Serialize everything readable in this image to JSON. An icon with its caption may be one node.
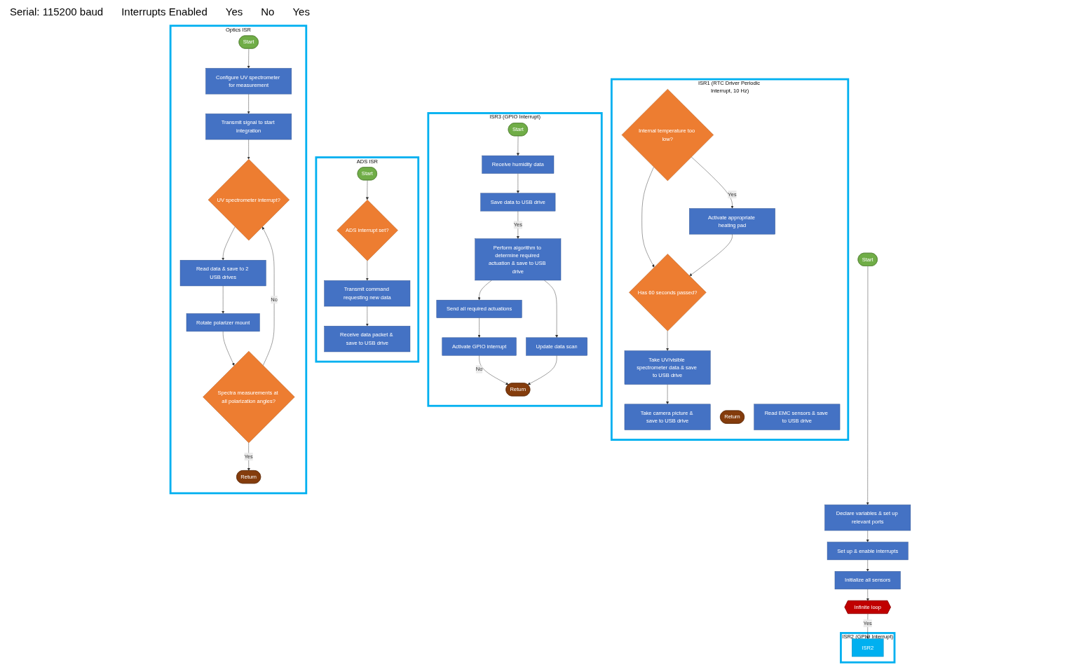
{
  "diagram": {
    "nodes": [
      {
        "text": [
          "ISR1 (RTC Driver Periodic Interrupt, 10 Hz)"
        ]
      },
      {
        "text": [
          "ISR2 (GPIO Interrupt)"
        ]
      },
      {
        "text": [
          "ISR3 (GPIO Interrupt)"
        ]
      },
      {
        "text": [
          "ADS ISR"
        ]
      },
      {
        "text": [
          "Optics ISR"
        ]
      },
      {
        "text": [
          "Start"
        ]
      },
      {
        "text": [
          "Declare variables & set up relevant ports"
        ]
      },
      {
        "text": [
          "Set up & enable interrupts"
        ]
      },
      {
        "text": [
          "Initialize all sensors"
        ]
      },
      {
        "text": [
          "Infinite loop"
        ]
      },
      {
        "text": [
          "Take camera picture & save to USB drive"
        ],
        "in": 0
      },
      {
        "text": [
          "Take UV/visible spectrometer data & save to USB drive"
        ],
        "in": 0
      },
      {
        "text": [
          "Return"
        ],
        "in": 0
      },
      {
        "text": [
          "Has 60 seconds passed?"
        ],
        "in": 0
      },
      {
        "text": [
          "Internal temperature too low?"
        ],
        "in": 0
      },
      {
        "text": [
          "Activate appropriate heating pad"
        ],
        "in": 0
      },
      {
        "text": [
          "Read EMC sensors & save to USB drive"
        ],
        "in": 0
      },
      {
        "text": [
          "ISR2"
        ],
        "in": 1
      },
      {
        "text": [
          "Start"
        ],
        "in": 3
      },
      {
        "text": [
          "ADS interrupt set?"
        ],
        "in": 3
      },
      {
        "text": [
          "Transmit command requesting new data"
        ],
        "in": 3
      },
      {
        "text": [
          "Receive data packet & save to USB drive"
        ],
        "in": 3
      },
      {
        "text": [
          "Start"
        ],
        "in": 4
      },
      {
        "text": [
          "Configure UV spectrometer for measurement"
        ],
        "in": 4
      },
      {
        "text": [
          "Transmit signal to start integration"
        ],
        "in": 4
      },
      {
        "text": [
          "Read data & save to 2 USB drives"
        ],
        "in": 4
      },
      {
        "text": [
          "UV spectrometer interrupt?"
        ],
        "in": 4
      },
      {
        "text": [
          "Rotate polarizer mount"
        ],
        "in": 4
      },
      {
        "text": [
          "Spectra measurements at all polarization angles?"
        ],
        "in": 4
      },
      {
        "text": [
          "Return"
        ],
        "in": 4
      },
      {
        "text": [
          "Start"
        ],
        "in": 2
      },
      {
        "text": [
          "Receive humidity data"
        ],
        "in": 2
      },
      {
        "text": [
          "Save data to USB drive"
        ],
        "in": 2
      },
      {
        "text": [
          "Perform algorithm to determine required actuation & save to USB drive"
        ],
        "in": 2
      },
      {
        "text": [
          "Send all required actuations"
        ],
        "in": 2
      },
      {
        "text": [
          "Activate GPIO interrupt"
        ],
        "in": 2
      },
      {
        "text": [
          "Update data scan"
        ],
        "in": 2
      },
      {
        "text": [
          "Return"
        ],
        "in": 2
      }
    ],
    "edges": [
      {
        "from": 5,
        "to": 6,
        "arrow": "to"
      },
      {
        "from": 6,
        "to": 7,
        "arrow": "to"
      },
      {
        "from": 7,
        "to": 8,
        "arrow": "to"
      },
      {
        "from": 8,
        "to": 9,
        "arrow": "to"
      },
      {
        "from": 9,
        "to": 17,
        "arrow": "to",
        "label": "Yes"
      },
      {
        "from": 13,
        "to": 11,
        "arrow": "to"
      },
      {
        "from": 11,
        "to": 10,
        "arrow": "to"
      },
      {
        "from": 14,
        "to": 13,
        "arrow": "to"
      },
      {
        "from": 14,
        "to": 15,
        "arrow": "to",
        "label": "Yes"
      },
      {
        "from": 15,
        "to": 13,
        "arrow": "to"
      },
      {
        "from": 18,
        "to": 19,
        "arrow": "to"
      },
      {
        "from": 19,
        "to": 20,
        "arrow": "to"
      },
      {
        "from": 20,
        "to": 21,
        "arrow": "to"
      },
      {
        "from": 22,
        "to": 23,
        "arrow": "to"
      },
      {
        "from": 23,
        "to": 24,
        "arrow": "to"
      },
      {
        "from": 24,
        "to": 26,
        "arrow": "to"
      },
      {
        "from": 26,
        "to": 25,
        "arrow": "to"
      },
      {
        "from": 25,
        "to": 27,
        "arrow": "to"
      },
      {
        "from": 27,
        "to": 28,
        "arrow": "to"
      },
      {
        "from": 28,
        "to": 29,
        "arrow": "to",
        "label": "Yes"
      },
      {
        "from": 28,
        "to": 26,
        "arrow": "to",
        "label": "No"
      },
      {
        "from": 30,
        "to": 31,
        "arrow": "to"
      },
      {
        "from": 31,
        "to": 32,
        "arrow": "to"
      },
      {
        "from": 32,
        "to": 33,
        "arrow": "to",
        "label": "Yes"
      },
      {
        "from": 33,
        "to": 34,
        "arrow": "to"
      },
      {
        "from": 34,
        "to": 35,
        "arrow": "to"
      },
      {
        "from": 33,
        "to": 36,
        "arrow": "to"
      },
      {
        "from": 35,
        "to": 37,
        "arrow": "to",
        "label": "No"
      },
      {
        "from": 36,
        "to": 37,
        "arrow": "to"
      }
    ],
    "labels": [
      "Serial: 115200 baud",
      "Interrupts Enabled",
      "Yes",
      "No",
      "Yes"
    ]
  }
}
